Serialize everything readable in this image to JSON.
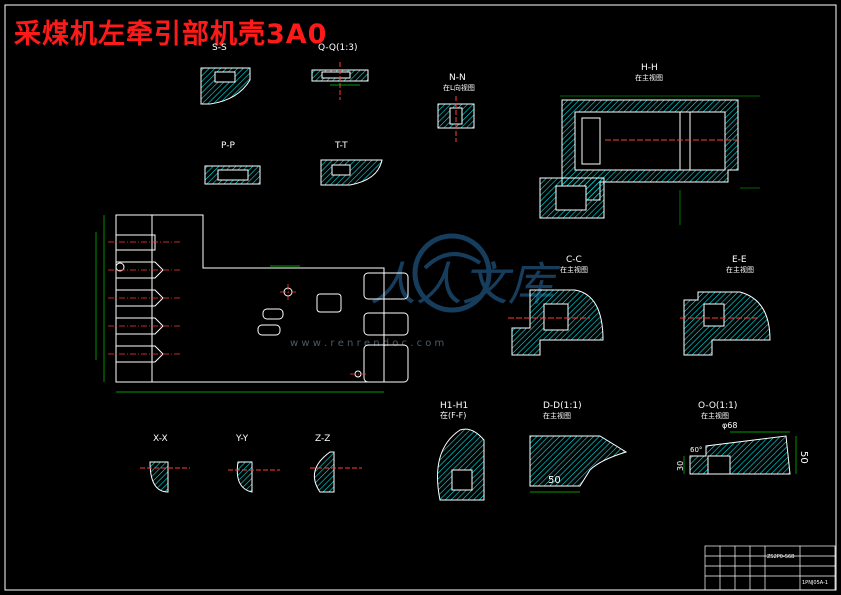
{
  "title": "采煤机左牵引部机壳3A0",
  "colors": {
    "background": "#000000",
    "line": "#ffffff",
    "hatch": "#00e5e5",
    "center": "#ff3b3b",
    "dim": "#00cc00",
    "title": "#ff1a1a"
  },
  "views": {
    "ss": "S-S",
    "qq": "Q-Q(1:3)",
    "nn": "N-N",
    "nn_sub": "在L向视图",
    "hh": "H-H",
    "hh_sub": "在主视图",
    "pp": "P-P",
    "tt": "T-T",
    "cc": "C-C",
    "cc_sub": "在主视图",
    "ee": "E-E",
    "ee_sub": "在主视图",
    "xx": "X-X",
    "yy": "Y-Y",
    "zz": "Z-Z",
    "h1": "H1-H1",
    "h1_sub": "在(F-F)",
    "dd": "D-D(1:1)",
    "dd_sub": "在主视图",
    "oo": "O-O(1:1)",
    "oo_sub": "在主视图"
  },
  "dims": {
    "dd_width": "50",
    "oo_dia": "φ68",
    "oo_left": "30",
    "oo_right": "50",
    "oo_angle": "60°"
  },
  "watermark": {
    "text": "人人文库",
    "url": "w w w . r e n r e n d o c . c o m"
  },
  "title_block": {
    "drawing_no": "1PNJ05A-1",
    "code": "ZS2P0-S6B"
  }
}
